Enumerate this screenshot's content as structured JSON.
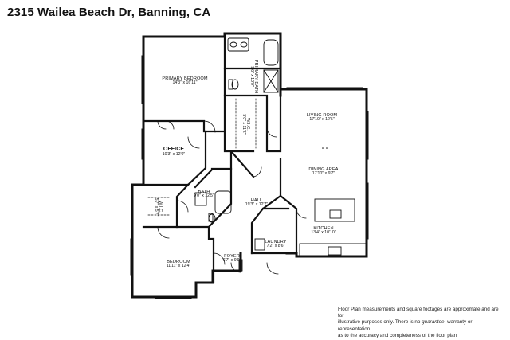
{
  "title": "2315 Wailea Beach Dr, Banning, CA",
  "rooms": {
    "primary_bedroom": {
      "name": "PRIMARY BEDROOM",
      "dims": "14'3\" x 16'11\""
    },
    "primary_bath": {
      "name": "PRIMARY BATH",
      "dims": "9'6\" x 10'0\""
    },
    "wic_primary": {
      "name": "W.I.C.",
      "dims": "5'0\" x 11'2\""
    },
    "office": {
      "name": "OFFICE",
      "dims": "10'3\" x 12'0\""
    },
    "living_room": {
      "name": "LIVING ROOM",
      "dims": "17'10\" x 12'5\""
    },
    "dining_area": {
      "name": "DINING AREA",
      "dims": "17'10\" x 9'7\""
    },
    "bath": {
      "name": "BATH",
      "dims": "9'0\" x 12'5\""
    },
    "wic_small": {
      "name": "W.I.C.",
      "dims": "5'7\" x 5'7\""
    },
    "hall": {
      "name": "HALL",
      "dims": "19'3\" x 12'7\""
    },
    "kitchen": {
      "name": "KITCHEN",
      "dims": "13'4\" x 10'10\""
    },
    "laundry": {
      "name": "LAUNDRY",
      "dims": "7'2\" x 8'6\""
    },
    "foyer": {
      "name": "FOYER",
      "dims": "6'7\" x 9'9\""
    },
    "bedroom": {
      "name": "BEDROOM",
      "dims": "11'11\" x 12'4\""
    }
  },
  "disclaimer": {
    "line1": "Floor Plan measurements and square footages are approximate and are for",
    "line2a": "illustrative purposes only. There is no ",
    "line2_italic": "guarantee",
    "line2b": ", warranty or representation",
    "line3": "as to the accuracy and completeness of the floor plan"
  }
}
